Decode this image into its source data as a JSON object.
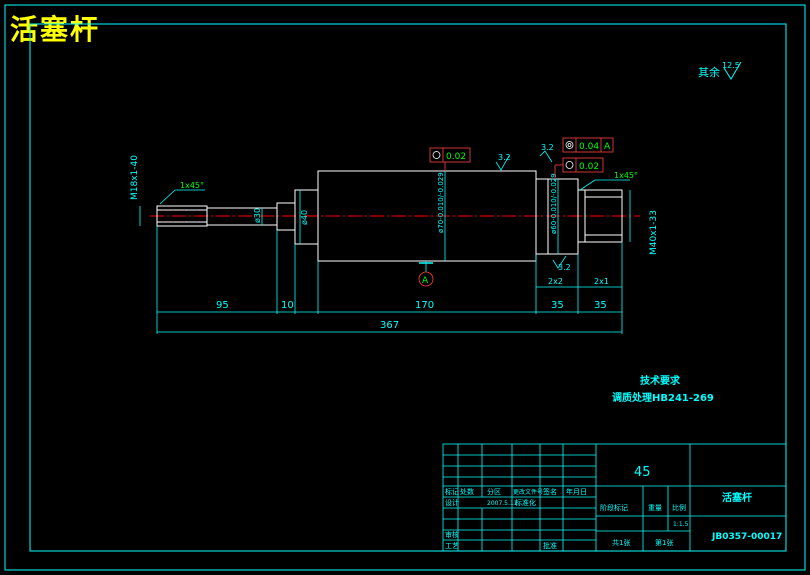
{
  "title": "活塞杆",
  "roughness_other": {
    "label": "其余",
    "value": "12.5"
  },
  "dimensions": {
    "m18": "M18x1-40",
    "m40": "M40x1-33",
    "chamfer_left": "1x45°",
    "chamfer_right": "1x45°",
    "d30": "ø30",
    "d40": "ø40",
    "d70": "ø70-0.010/-0.029",
    "d60": "ø60-0.010/-0.029",
    "l95": "95",
    "l10": "10",
    "l170": "170",
    "l35a": "35",
    "l35b": "35",
    "l367": "367",
    "g2x2": "2x2",
    "g2x1": "2x1",
    "r32a": "3.2",
    "r32b": "3.2",
    "r32c": "3.2"
  },
  "tolerances": {
    "t1": {
      "value": "0.02",
      "ref": ""
    },
    "t2": {
      "value": "0.04",
      "ref": "A"
    },
    "t3": {
      "value": "0.02",
      "ref": ""
    }
  },
  "datum": "A",
  "tech_req": {
    "title": "技术要求",
    "line1": "调质处理HB241-269"
  },
  "title_block": {
    "material": "45",
    "part_name": "活塞杆",
    "drawing_no": "JB0357-00017",
    "scale_value": "1:1.5",
    "labels": {
      "mark": "标记",
      "count": "处数",
      "zone": "分区",
      "doc_no": "更改文件号",
      "sign": "签名",
      "date": "年月日",
      "design": "设计",
      "design_date": "2007.5.11",
      "standardize": "标准化",
      "stage_mark": "阶段标记",
      "weight": "重量",
      "scale": "比例",
      "review": "审核",
      "process": "工艺",
      "approve": "批准",
      "sheets": "共1张",
      "sheet_no": "第1张"
    }
  },
  "colors": {
    "border": "#00ffff",
    "outline": "#ffffff",
    "dimension": "#00ffff",
    "centerline": "#ff0000",
    "annotation": "#00ff00",
    "tech_text": "#00ffff",
    "title_text": "#ffff00",
    "tolerance_box": "#ff4040"
  }
}
